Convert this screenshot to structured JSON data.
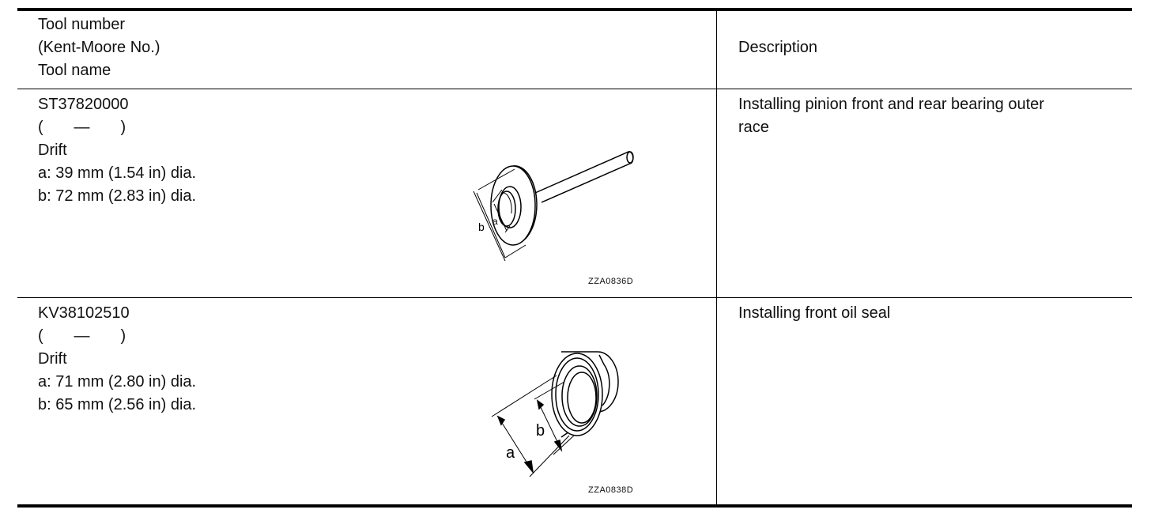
{
  "header": {
    "tool_col_lines": [
      "Tool number",
      "(Kent-Moore No.)",
      "Tool name"
    ],
    "desc_col": "Description"
  },
  "rows": [
    {
      "number": "ST37820000",
      "kent_moore": "(       —       )",
      "name": "Drift",
      "dim_a": "a: 39 mm (1.54 in) dia.",
      "dim_b": "b: 72 mm (2.83 in) dia.",
      "figure_code": "ZZA0836D",
      "figure_icon": "drift-with-shaft-illustration",
      "description_lines": [
        "Installing pinion front and rear bearing outer",
        "race"
      ]
    },
    {
      "number": "KV38102510",
      "kent_moore": "(       —       )",
      "name": "Drift",
      "dim_a": "a: 71 mm (2.80 in) dia.",
      "dim_b": "b: 65 mm (2.56 in) dia.",
      "figure_code": "ZZA0838D",
      "figure_icon": "cylindrical-drift-illustration",
      "description_lines": [
        "Installing front oil seal"
      ]
    }
  ]
}
